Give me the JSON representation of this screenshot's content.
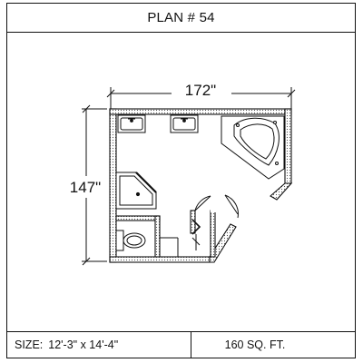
{
  "title": "PLAN # 54",
  "dimensions": {
    "width_label": "172\"",
    "depth_label": "147\""
  },
  "footer": {
    "size_label": "SIZE:",
    "size_value": "12'-3\" x 14'-4\"",
    "area": "160 SQ. FT."
  },
  "fixtures": [
    "double-vanity-sinks",
    "corner-whirlpool-tub",
    "corner-shower",
    "toilet",
    "doors"
  ]
}
